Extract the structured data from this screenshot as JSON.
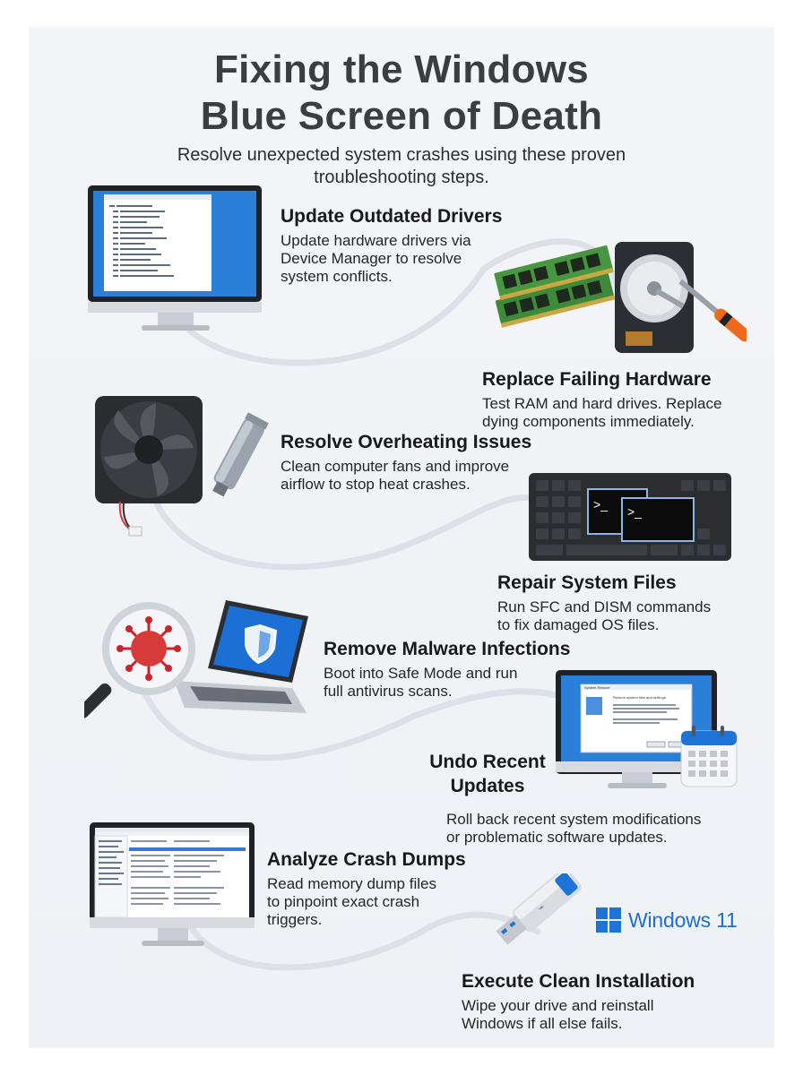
{
  "header": {
    "title": "Fixing the Windows\nBlue Screen of Death",
    "subtitle": "Resolve unexpected system crashes using these proven\ntroubleshooting steps."
  },
  "steps": [
    {
      "title": "Update Outdated Drivers",
      "desc": "Update hardware drivers via\nDevice Manager to resolve\nsystem conflicts.",
      "icon": "monitor-device-manager"
    },
    {
      "title": "Replace Failing Hardware",
      "desc": "Test RAM and hard drives. Replace\ndying components immediately.",
      "icon": "ram-harddrive-screwdriver"
    },
    {
      "title": "Resolve Overheating Issues",
      "desc": "Clean computer fans and improve\nairflow to stop heat crashes.",
      "icon": "fan-thermal-paste"
    },
    {
      "title": "Repair System Files",
      "desc": "Run SFC and DISM commands\nto fix damaged OS files.",
      "icon": "keyboard-terminal"
    },
    {
      "title": "Remove Malware Infections",
      "desc": "Boot into Safe Mode and run\nfull antivirus scans.",
      "icon": "magnifier-virus-laptop-shield"
    },
    {
      "title": "Undo Recent\nUpdates",
      "desc": "Roll back recent system modifications\nor problematic software updates.",
      "icon": "monitor-system-restore-calendar"
    },
    {
      "title": "Analyze Crash Dumps",
      "desc": "Read memory dump files\nto pinpoint exact crash\ntriggers.",
      "icon": "monitor-dump-viewer"
    },
    {
      "title": "Execute Clean Installation",
      "desc": "Wipe your drive and reinstall\nWindows if all else fails.",
      "icon": "usb-drive-windows-logo"
    }
  ],
  "badge": {
    "windows_logo_text": "Windows 11"
  },
  "restore_dialog": {
    "heading": "System Restore",
    "subheading": "Restore system files and settings"
  },
  "colors": {
    "accent": "#1a6fd0",
    "title": "#3a3d42",
    "text": "#17191d",
    "path": "#d9dde3"
  }
}
